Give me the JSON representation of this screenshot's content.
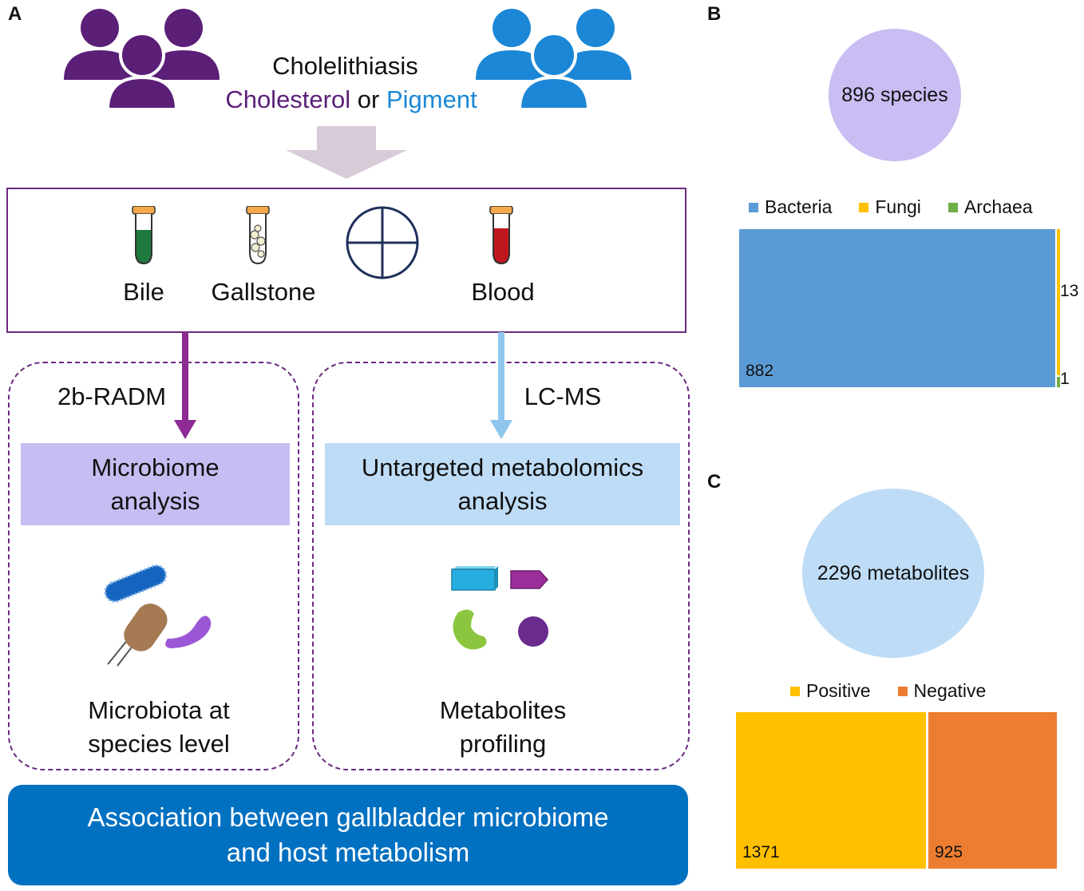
{
  "panels": {
    "a": "A",
    "b": "B",
    "c": "C"
  },
  "header": {
    "condition": "Cholelithiasis",
    "type_a": "Cholesterol",
    "connector": "or",
    "type_b": "Pigment"
  },
  "samples": {
    "bile": "Bile",
    "gallstone": "Gallstone",
    "blood": "Blood"
  },
  "left_branch": {
    "method": "2b-RADM",
    "analysis_line1": "Microbiome",
    "analysis_line2": "analysis",
    "result_line1": "Microbiota at",
    "result_line2": "species level"
  },
  "right_branch": {
    "method": "LC-MS",
    "analysis_line1": "Untargeted metabolomics",
    "analysis_line2": "analysis",
    "result_line1": "Metabolites",
    "result_line2": "profiling"
  },
  "conclusion": {
    "line1": "Association between gallbladder microbiome",
    "line2": "and host metabolism"
  },
  "colors": {
    "purple": "#5b1f78",
    "blue": "#1b87d6",
    "bacteria": "#5b9bd5",
    "fungi": "#ffc000",
    "archaea": "#70ad47",
    "positive": "#ffc000",
    "negative": "#ed7d31",
    "final_box": "#0070c0"
  },
  "icons": [
    "people-group-icon",
    "test-tube-icon",
    "oplus-icon",
    "bacteria-icon",
    "metabolite-shapes-icon"
  ],
  "chart_data": [
    {
      "type": "treemap",
      "total_label": "896 species",
      "legend_placement": "top",
      "categories": [
        "Bacteria",
        "Fungi",
        "Archaea"
      ],
      "values": [
        882,
        13,
        1
      ],
      "value_labels": [
        "882",
        "13",
        "1"
      ]
    },
    {
      "type": "treemap",
      "total_label": "2296 metabolites",
      "legend_placement": "top",
      "categories": [
        "Positive",
        "Negative"
      ],
      "values": [
        1371,
        925
      ],
      "value_labels": [
        "1371",
        "925"
      ]
    }
  ]
}
